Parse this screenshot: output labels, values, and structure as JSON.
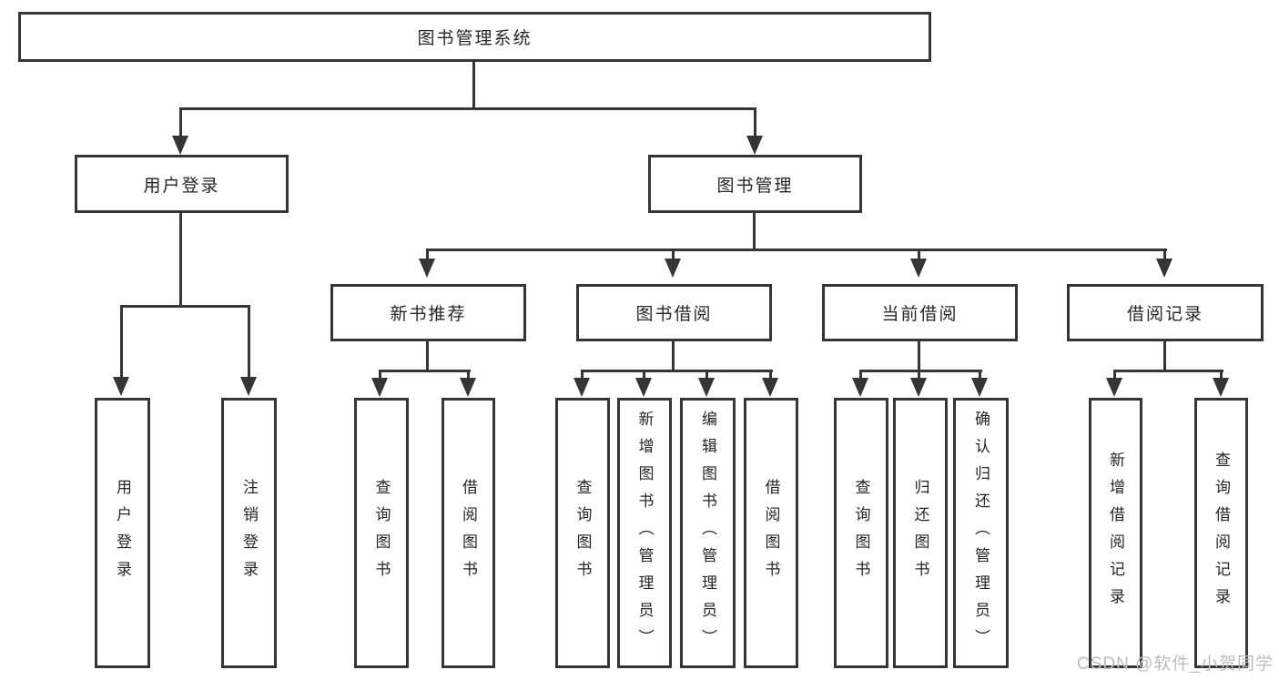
{
  "page": {
    "background": "#ffffff",
    "line_color": "#353535",
    "text_color": "#262626",
    "watermark_color": "#b9bdc2"
  },
  "watermark": {
    "text": "CSDN @软件_小贺同学"
  },
  "tree": {
    "root": {
      "label": "图书管理系统",
      "children": [
        {
          "label": "用户登录",
          "children": [
            {
              "label": "用户登录"
            },
            {
              "label": "注销登录"
            }
          ]
        },
        {
          "label": "图书管理",
          "children": [
            {
              "label": "新书推荐",
              "children": [
                {
                  "label": "查询图书"
                },
                {
                  "label": "借阅图书"
                }
              ]
            },
            {
              "label": "图书借阅",
              "children": [
                {
                  "label": "查询图书"
                },
                {
                  "label": "新增图书（管理员）"
                },
                {
                  "label": "编辑图书（管理员）"
                },
                {
                  "label": "借阅图书"
                }
              ]
            },
            {
              "label": "当前借阅",
              "children": [
                {
                  "label": "查询图书"
                },
                {
                  "label": "归还图书"
                },
                {
                  "label": "确认归还（管理员）"
                }
              ]
            },
            {
              "label": "借阅记录",
              "children": [
                {
                  "label": "新增借阅记录"
                },
                {
                  "label": "查询借阅记录"
                }
              ]
            }
          ]
        }
      ]
    }
  }
}
